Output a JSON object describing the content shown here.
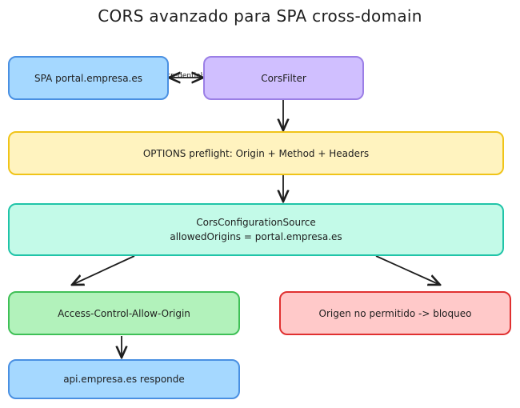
{
  "title": "CORS avanzado para SPA cross-domain",
  "nodes": {
    "spa": "SPA portal.empresa.es",
    "filter": "CorsFilter",
    "preflight": "OPTIONS preflight: Origin + Method + Headers",
    "config_line1": "CorsConfigurationSource",
    "config_line2": "allowedOrigins = portal.empresa.es",
    "allow": "Access-Control-Allow-Origin",
    "deny": "Origen no permitido -> bloqueo",
    "api": "api.empresa.es responde"
  },
  "edges": {
    "spa_to_filter": "fetch + credentials"
  },
  "colors": {
    "blue": "#a5d8ff",
    "purple": "#d0bfff",
    "yellow": "#fff3bf",
    "teal": "#c3fae8",
    "green": "#b2f2bb",
    "red": "#ffc9c9",
    "stroke": "#1e1e1e"
  }
}
